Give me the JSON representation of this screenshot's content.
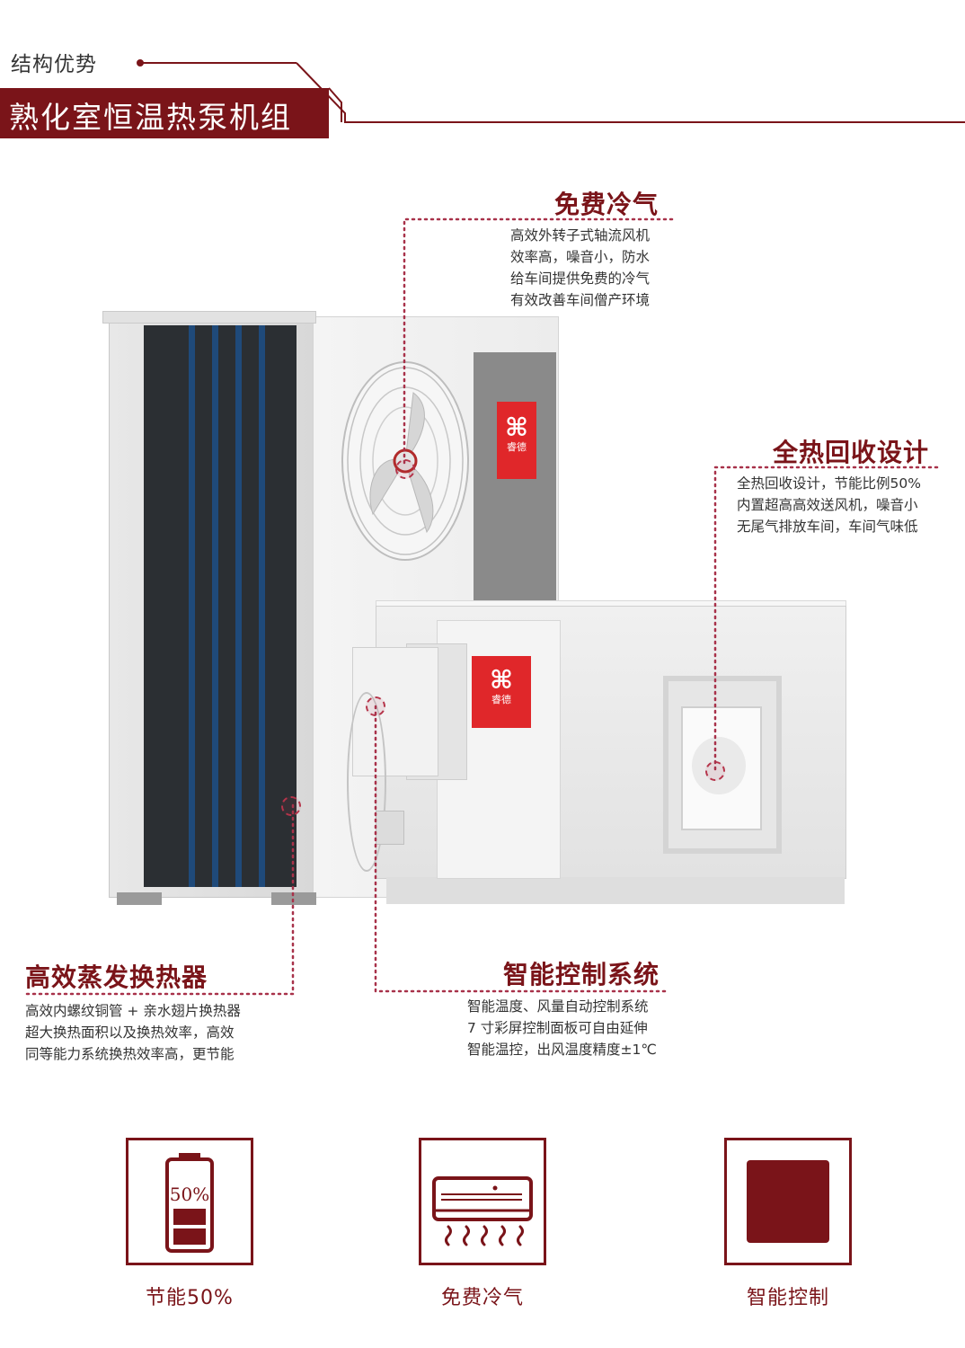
{
  "header": {
    "section_subtitle": "结构优势",
    "section_title": "熟化室恒温热泵机组"
  },
  "colors": {
    "brand": "#7a1419",
    "logo_red": "#e0272a",
    "dotted_line": "#a8324a"
  },
  "product": {
    "logo_text": "睿德"
  },
  "callouts": [
    {
      "id": "free-cooling",
      "title": "免费冷气",
      "lines": [
        "高效外转子式轴流风机",
        "效率高，噪音小，防水",
        "给车间提供免费的冷气",
        "有效改善车间僧产环境"
      ]
    },
    {
      "id": "heat-recovery",
      "title": "全热回收设计",
      "lines": [
        "全热回收设计，节能比例50%",
        "内置超高高效送风机，噪音小",
        "无尾气排放车间，车间气味低"
      ]
    },
    {
      "id": "evaporator",
      "title": "高效蒸发换热器",
      "lines": [
        "高效内螺纹铜管 + 亲水翅片换热器",
        "超大换热面积以及换热效率，高效",
        "同等能力系统换热效率高，更节能"
      ]
    },
    {
      "id": "control",
      "title": "智能控制系统",
      "lines": [
        "智能温度、风量自动控制系统",
        "7 寸彩屏控制面板可自由延伸",
        "智能温控，出风温度精度±1℃"
      ]
    }
  ],
  "features": [
    {
      "label": "节能50%",
      "icon": "battery-icon",
      "icon_text": "50%",
      "level": 0.5
    },
    {
      "label": "免费冷气",
      "icon": "air-conditioner-icon"
    },
    {
      "label": "智能控制",
      "icon": "control-panel-icon"
    }
  ]
}
